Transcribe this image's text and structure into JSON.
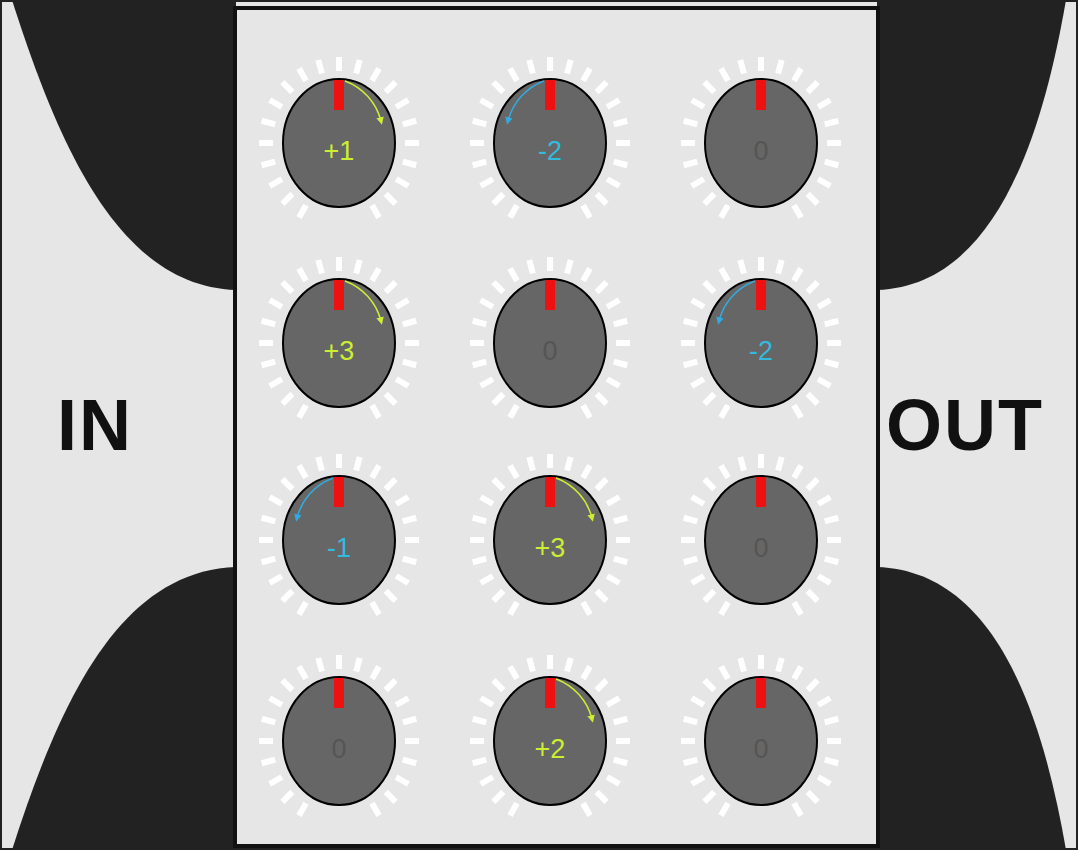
{
  "diagram": {
    "nodes": [
      {
        "text": [
          "+1"
        ]
      },
      {
        "text": [
          "-2"
        ]
      },
      {
        "text": [
          "0"
        ]
      },
      {
        "text": [
          "+3"
        ]
      },
      {
        "text": [
          "0"
        ]
      },
      {
        "text": [
          "-2"
        ]
      },
      {
        "text": [
          "-1"
        ]
      },
      {
        "text": [
          "+3"
        ]
      },
      {
        "text": [
          "0"
        ]
      },
      {
        "text": [
          "0"
        ]
      },
      {
        "text": [
          "+2"
        ]
      },
      {
        "text": [
          "0"
        ]
      }
    ],
    "labels": [
      "IN",
      "OUT"
    ]
  }
}
